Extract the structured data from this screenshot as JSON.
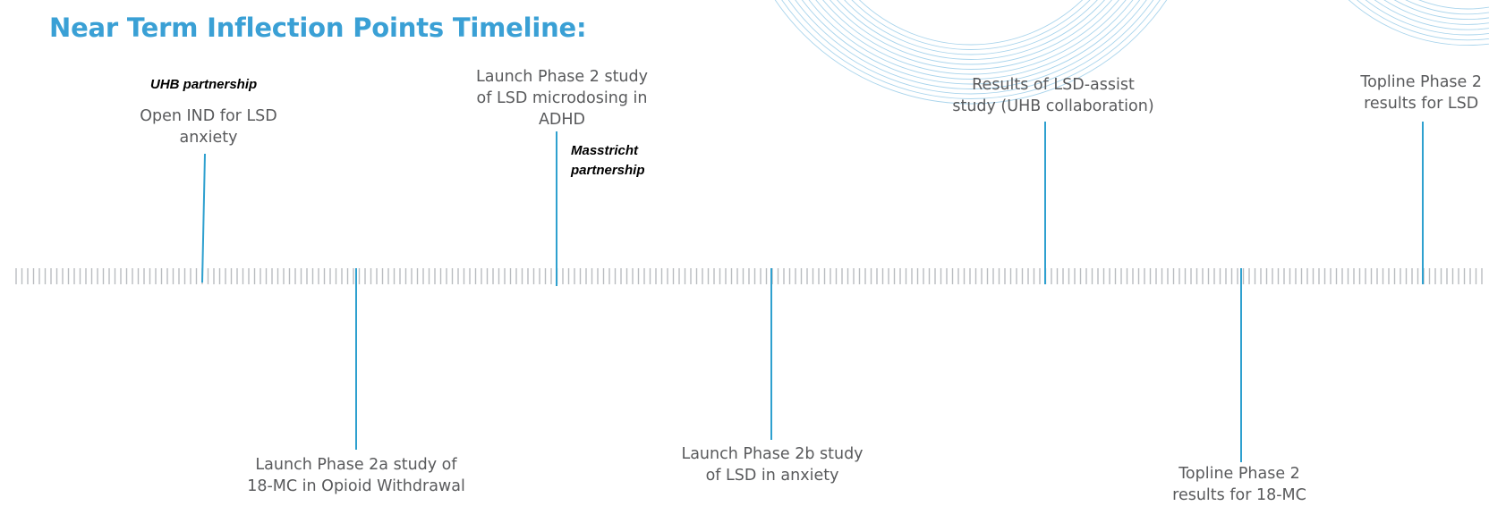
{
  "title": "Near Term Inflection Points Timeline:",
  "colors": {
    "title": "#3aa0d5",
    "connector": "#2ea0cf",
    "tick": "#b9bcc0",
    "text": "#595a5c",
    "decoration": "#a9d4ec"
  },
  "milestones": [
    {
      "label_lines": [
        "Open IND for LSD",
        "anxiety"
      ],
      "tag": "UHB partnership",
      "position": "above"
    },
    {
      "label_lines": [
        "Launch Phase 2a study of",
        "18-MC in Opioid Withdrawal"
      ],
      "position": "below"
    },
    {
      "label_lines": [
        "Launch Phase 2 study",
        "of LSD microdosing in",
        "ADHD"
      ],
      "tag_lines": [
        "Masstricht",
        "partnership"
      ],
      "position": "above"
    },
    {
      "label_lines": [
        "Launch Phase 2b study",
        "of LSD in anxiety"
      ],
      "position": "below"
    },
    {
      "label_lines": [
        "Results of LSD-assist",
        "study (UHB collaboration)"
      ],
      "position": "above"
    },
    {
      "label_lines": [
        "Topline Phase 2",
        "results for 18-MC"
      ],
      "position": "below"
    },
    {
      "label_lines": [
        "Topline Phase 2",
        "results for LSD"
      ],
      "position": "above"
    }
  ]
}
